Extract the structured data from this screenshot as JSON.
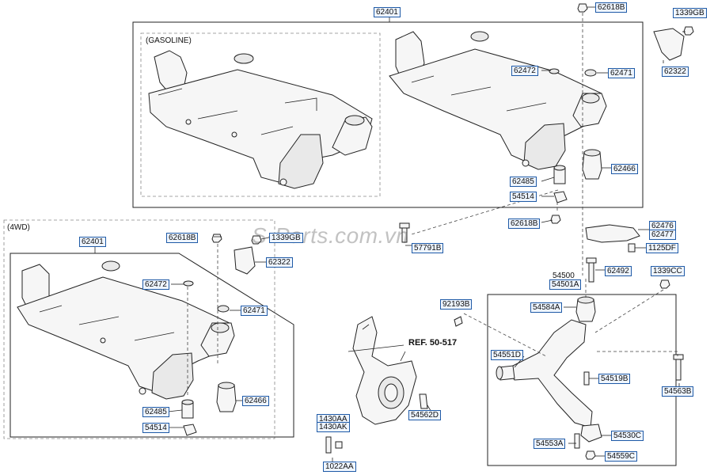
{
  "diagram": {
    "sections": {
      "gasoline": "(GASOLINE)",
      "four_wd": "(4WD)"
    },
    "reference": "REF. 50-517",
    "watermark": "S-Parts.com.vn",
    "part_numbers": {
      "p62401_top": "62401",
      "p62401_4wd": "62401",
      "p62618B_top": "62618B",
      "p62618B_mid": "62618B",
      "p62618B_4wd": "62618B",
      "p1339GB_top": "1339GB",
      "p1339GB_4wd": "1339GB",
      "p62322_top": "62322",
      "p62322_4wd": "62322",
      "p62472_top": "62472",
      "p62472_4wd": "62472",
      "p62471_top": "62471",
      "p62471_4wd": "62471",
      "p62485_top": "62485",
      "p62485_4wd": "62485",
      "p54514_top": "54514",
      "p54514_4wd": "54514",
      "p62466_top": "62466",
      "p62466_4wd": "62466",
      "p62476": "62476",
      "p62477": "62477",
      "p1125DF": "1125DF",
      "p57791B": "57791B",
      "p62492": "62492",
      "p54500": "54500",
      "p54501A": "54501A",
      "p1339CC": "1339CC",
      "p92193B": "92193B",
      "p54584A": "54584A",
      "p54551D": "54551D",
      "p54519B": "54519B",
      "p54563B": "54563B",
      "p54530C": "54530C",
      "p54553A": "54553A",
      "p54559C": "54559C",
      "p54562D": "54562D",
      "p1430AA": "1430AA",
      "p1430AK": "1430AK",
      "p1022AA": "1022AA"
    }
  }
}
